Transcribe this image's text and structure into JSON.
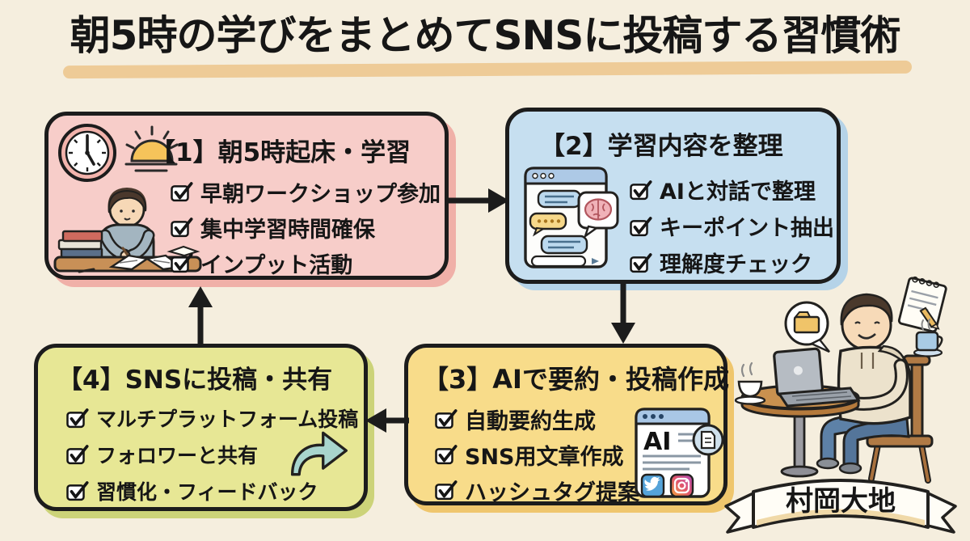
{
  "page": {
    "title": "朝5時の学びをまとめてSNSに投稿する習慣術",
    "author": "村岡大地"
  },
  "boxes": [
    {
      "title": "【1】朝5時起床・学習",
      "items": [
        "早朝ワークショップ参加",
        "集中学習時間確保",
        "インプット活動"
      ],
      "bg": "#f7cdc9",
      "shadow": "#f0b0a8"
    },
    {
      "title": "【2】学習内容を整理",
      "items": [
        "AIと対話で整理",
        "キーポイント抽出",
        "理解度チェック"
      ],
      "bg": "#c6dff0",
      "shadow": "#b5d3e8"
    },
    {
      "title": "【3】AIで要約・投稿作成",
      "items": [
        "自動要約生成",
        "SNS用文章作成",
        "ハッシュタグ提案"
      ],
      "bg": "#f8dc8a",
      "shadow": "#efc66d"
    },
    {
      "title": "【4】SNSに投稿・共有",
      "items": [
        "マルチプラットフォーム投稿",
        "フォロワーと共有",
        "習慣化・フィードバック"
      ],
      "bg": "#e7e795",
      "shadow": "#ccd379"
    }
  ],
  "badges": {
    "ai": "AI"
  },
  "flow": [
    "step1->step2",
    "step2->step3",
    "step3->step4",
    "step4->step1"
  ],
  "icons": {
    "clock": "clock-showing-5-oclock",
    "sunrise": "rising-sun",
    "checkbox": "checked-checkbox",
    "studying_person": "person-studying-at-desk",
    "chat_window": "ai-chat-window",
    "brain": "brain-speech-bubble",
    "ai_browser": "ai-summary-browser-window",
    "twitter": "twitter-bird",
    "instagram": "instagram-camera",
    "share_arrow": "share-curved-arrow",
    "laptop_person": "person-typing-laptop-at-cafe-table",
    "speech_folder": "folder-speech-bubble",
    "notepad": "notepad-with-pencil",
    "coffee_mug": "coffee-mug"
  },
  "colors": {
    "background": "#f5eede",
    "title_highlight": "#eecb97",
    "outline": "#1c1c1c",
    "share_arrow_fill": "#a8d5cd"
  }
}
